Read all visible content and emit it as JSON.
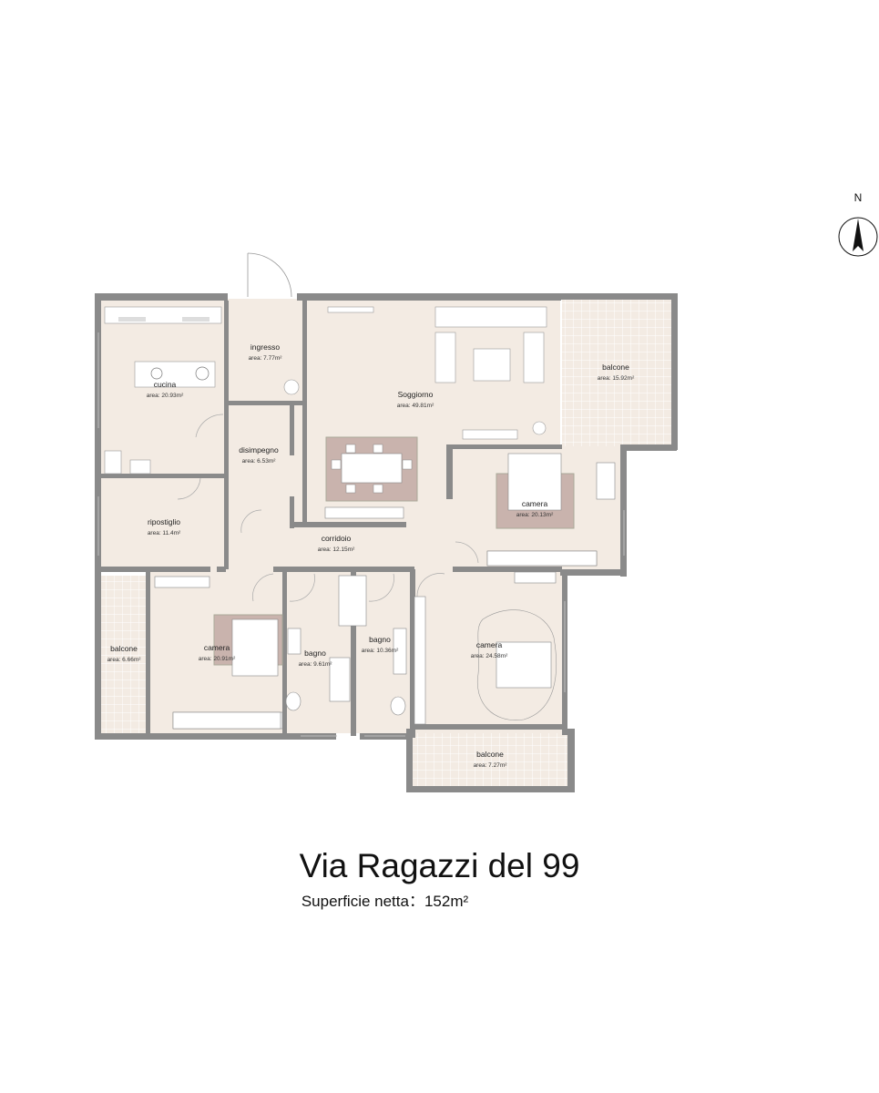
{
  "compass": {
    "label": "N"
  },
  "title": "Via Ragazzi del 99",
  "subtitle": "Superficie netta：152m²",
  "rooms": {
    "cucina": {
      "name": "cucina",
      "area": "area: 20.93m²"
    },
    "ingresso": {
      "name": "ingresso",
      "area": "area: 7.77m²"
    },
    "soggiorno": {
      "name": "Soggiorno",
      "area": "area: 49.81m²"
    },
    "balcone_ne": {
      "name": "balcone",
      "area": "area: 15.92m²"
    },
    "disimpegno": {
      "name": "disimpegno",
      "area": "area: 6.53m²"
    },
    "camera_e": {
      "name": "camera",
      "area": "area: 20.13m²"
    },
    "ripostiglio": {
      "name": "ripostiglio",
      "area": "area: 11.4m²"
    },
    "corridoio": {
      "name": "corridoio",
      "area": "area: 12.15m²"
    },
    "balcone_w": {
      "name": "balcone",
      "area": "area: 6.66m²"
    },
    "camera_sw": {
      "name": "camera",
      "area": "area: 20.91m²"
    },
    "bagno_1": {
      "name": "bagno",
      "area": "area: 9.61m²"
    },
    "bagno_2": {
      "name": "bagno",
      "area": "area: 10.36m²"
    },
    "camera_se": {
      "name": "camera",
      "area": "area: 24.58m²"
    },
    "balcone_s": {
      "name": "balcone",
      "area": "area: 7.27m²"
    }
  },
  "colors": {
    "floor": "#f3ebe3",
    "wall": "#8a8a8a",
    "balcony": "#f3ebe3",
    "rug": "#c9b3ad",
    "tile_line": "#ffffff"
  }
}
